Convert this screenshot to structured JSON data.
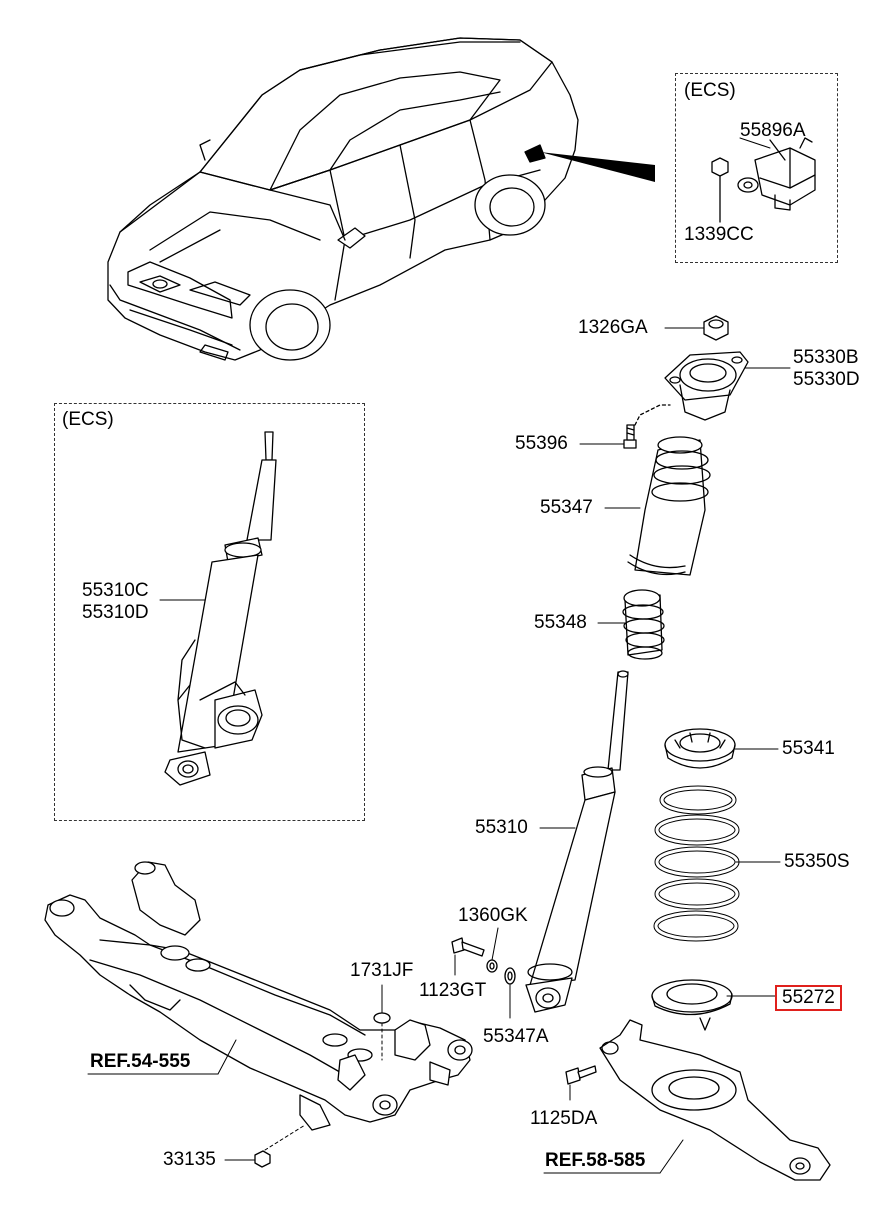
{
  "ecs_boxes": {
    "top_right": {
      "title": "(ECS)",
      "parts": [
        "55896A",
        "1339CC"
      ]
    },
    "left": {
      "title": "(ECS)",
      "parts": [
        "55310C",
        "55310D"
      ]
    }
  },
  "labels": {
    "p1326GA": "1326GA",
    "p55330B": "55330B",
    "p55330D": "55330D",
    "p55396": "55396",
    "p55347": "55347",
    "p55348": "55348",
    "p55341": "55341",
    "p55310": "55310",
    "p55350S": "55350S",
    "p1360GK": "1360GK",
    "p1731JF": "1731JF",
    "p1123GT": "1123GT",
    "p55347A": "55347A",
    "p55272": "55272",
    "p1125DA": "1125DA",
    "p33135": "33135"
  },
  "references": {
    "ref_54_555": "REF.54-555",
    "ref_58_585": "REF.58-585"
  },
  "highlight": {
    "part": "55272",
    "color": "#e0201c"
  }
}
